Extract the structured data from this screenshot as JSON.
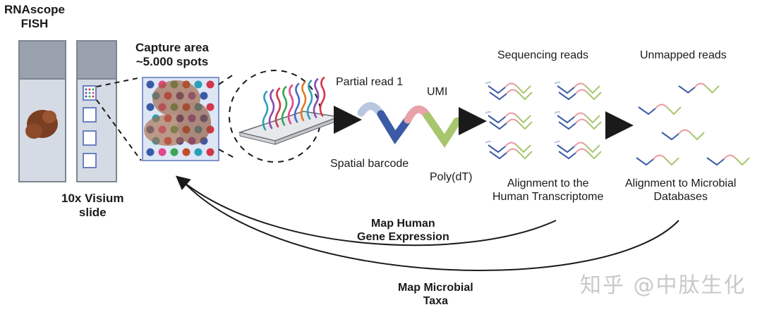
{
  "labels": {
    "rnascope": "RNAscope\nFISH",
    "visium": "10x Visium\nslide",
    "capture": "Capture area\n~5.000 spots",
    "partial_read": "Partial read 1",
    "umi": "UMI",
    "spatial_barcode": "Spatial barcode",
    "polydt": "Poly(dT)",
    "seq_reads": "Sequencing reads",
    "unmapped_reads": "Unmapped reads",
    "align_human": "Alignment to the\nHuman Transcriptome",
    "align_microbial": "Alignment to Microbial\nDatabases",
    "map_human": "Map Human\nGene Expression",
    "map_microbial": "Map Microbial\nTaxa"
  },
  "watermark": "知乎 @中肽生化",
  "colors": {
    "slide_body": "#d7dde6",
    "slide_cap": "#9aa2ae",
    "tissue": "#8b4a2b",
    "read_blue": "#3b5aa6",
    "read_pink": "#e79aa0",
    "read_green": "#a7c66d",
    "read_light": "#b9c7e0",
    "arrow": "#1a1a1a"
  }
}
